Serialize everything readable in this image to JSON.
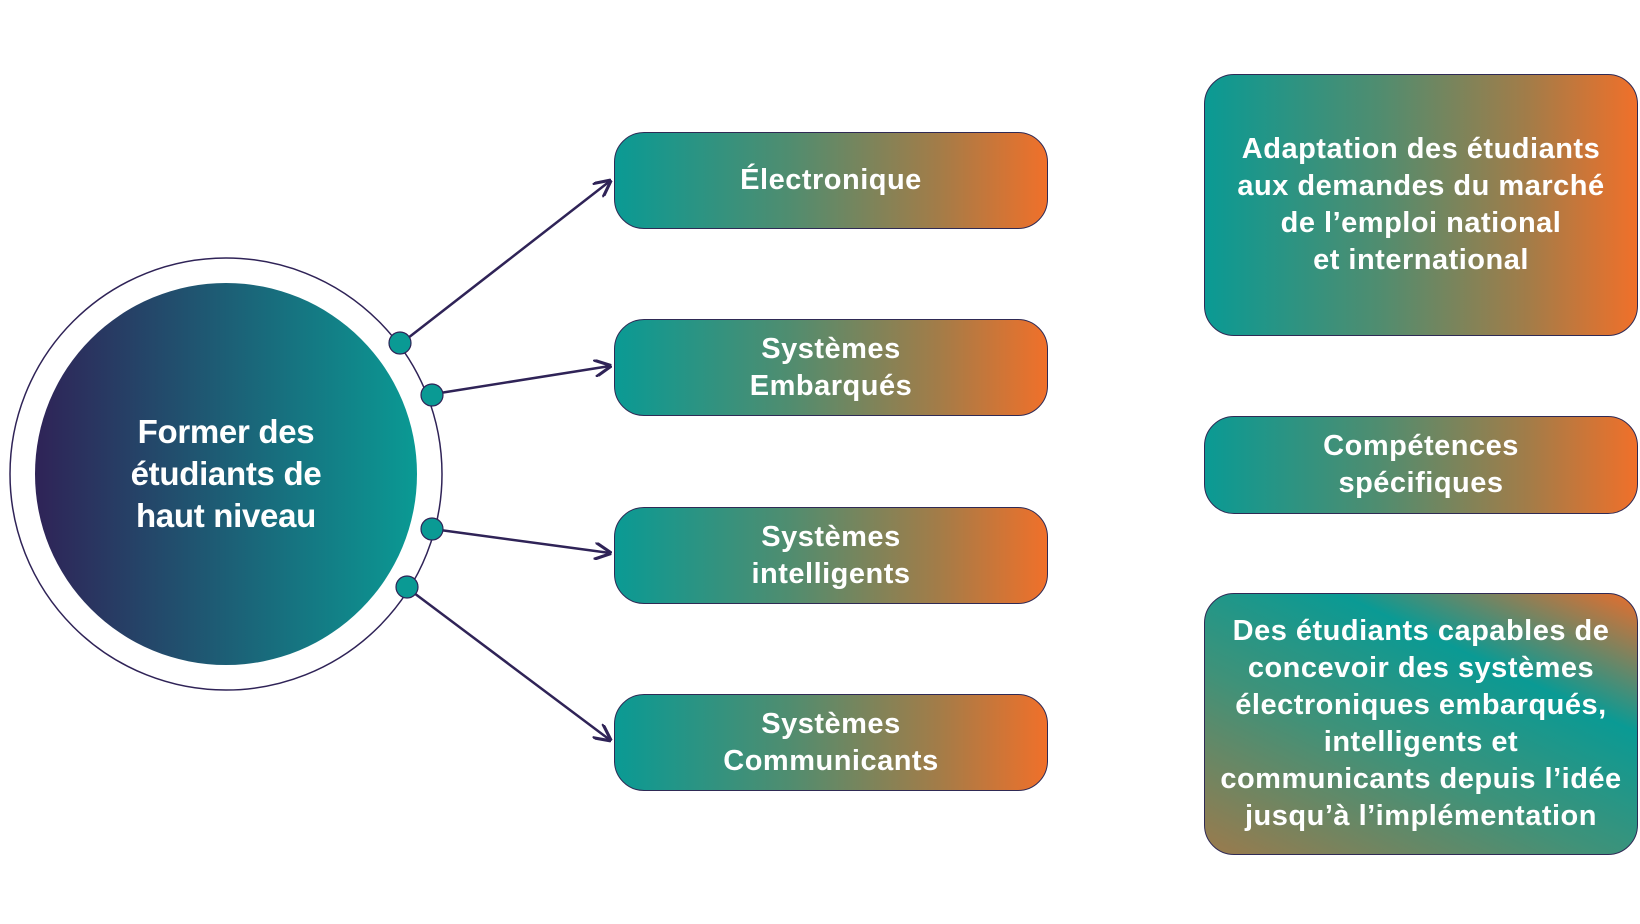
{
  "hub": {
    "label": "Former des\nétudiants de\nhaut niveau"
  },
  "branches": [
    {
      "label": "Électronique"
    },
    {
      "label": "Systèmes\nEmbarqués"
    },
    {
      "label": "Systèmes\nintelligents"
    },
    {
      "label": "Systèmes\nCommunicants"
    }
  ],
  "outcomes": [
    {
      "label": "Adaptation des étudiants\naux demandes du marché\nde l’emploi national\net international"
    },
    {
      "label": "Compétences\nspécifiques"
    },
    {
      "label": "Des étudiants capables de\nconcevoir des systèmes\nélectroniques embarqués,\nintelligents et\ncommunicants depuis l’idée\njusqu’à l’implémentation"
    }
  ],
  "colors": {
    "hub_dark": "#2f2357",
    "hub_teal": "#0a9a94",
    "card_teal": "#0a9a94",
    "card_orange": "#f0702a",
    "arrow": "#2f2357",
    "node_dot": "#0a9a94"
  }
}
